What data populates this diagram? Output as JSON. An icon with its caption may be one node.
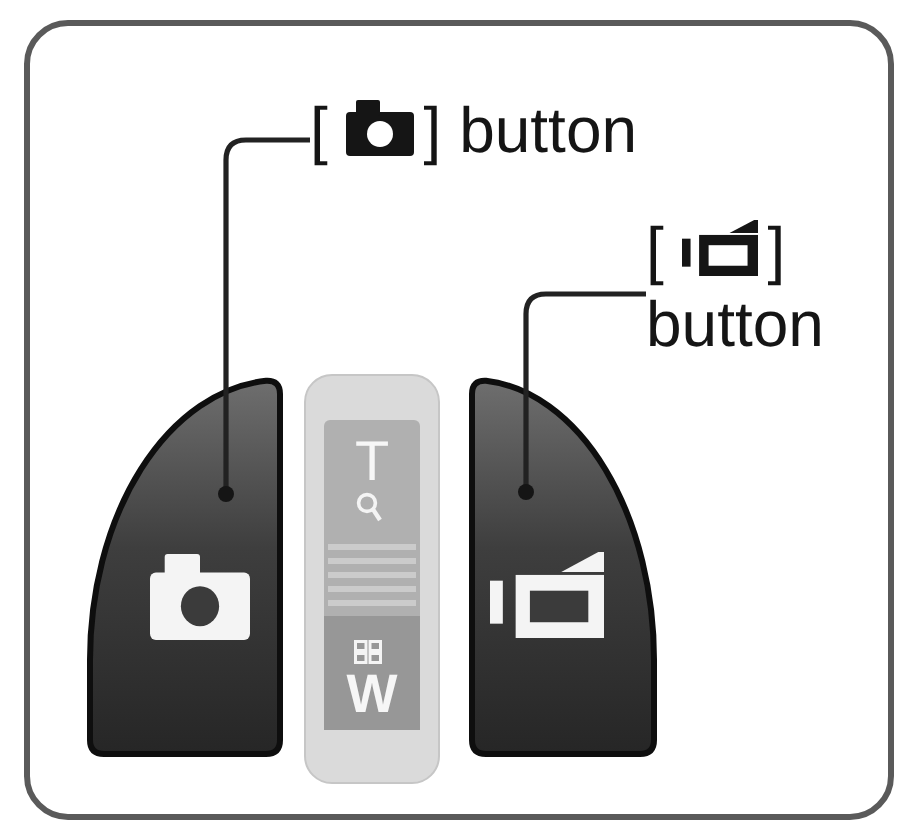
{
  "diagram": {
    "nodes": [
      {
        "text": [
          "[ ] button"
        ]
      },
      {
        "text": [
          "[ ] button"
        ]
      },
      {
        "text": [],
        "shape": "button"
      },
      {
        "text": [
          "T",
          "W"
        ]
      },
      {
        "text": [],
        "shape": "button"
      }
    ],
    "edges": [
      {
        "from": 0,
        "to": 2,
        "arrow": "other"
      },
      {
        "from": 1,
        "to": 4,
        "arrow": "other"
      }
    ]
  }
}
